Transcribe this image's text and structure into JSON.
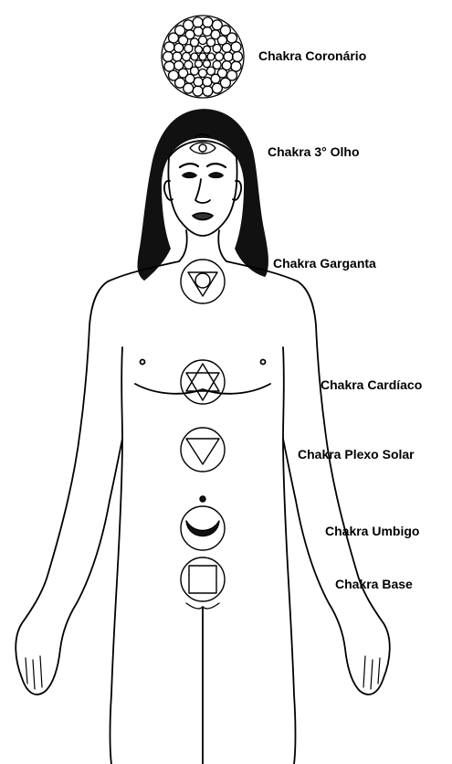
{
  "labels": [
    "Chakra Coronário",
    "Chakra 3° Olho",
    "Chakra Garganta",
    "Chakra Cardíaco",
    "Chakra Plexo Solar",
    "Chakra Umbigo",
    "Chakra Base"
  ],
  "colors": {
    "ink": "#000000",
    "paper": "#ffffff"
  }
}
